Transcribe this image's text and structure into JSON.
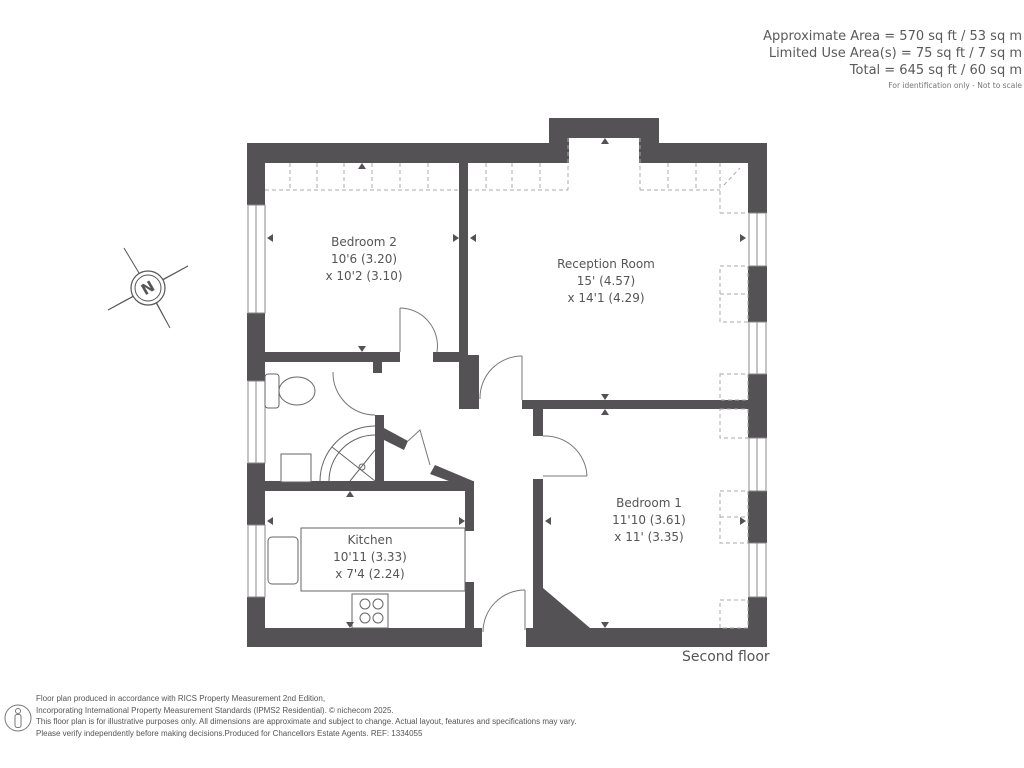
{
  "areas": {
    "approximate": "Approximate Area = 570 sq ft / 53 sq m",
    "limited_use": "Limited Use Area(s) = 75 sq ft / 7 sq m",
    "total": "Total = 645 sq ft / 60 sq m",
    "note": "For identification only - Not to scale"
  },
  "rooms": [
    {
      "name": "Bedroom 2",
      "dim1": "10'6 (3.20)",
      "dim2": "x 10'2 (3.10)"
    },
    {
      "name": "Reception Room",
      "dim1": "15' (4.57)",
      "dim2": "x 14'1 (4.29)"
    },
    {
      "name": "Kitchen",
      "dim1": "10'11 (3.33)",
      "dim2": "x 7'4 (2.24)"
    },
    {
      "name": "Bedroom 1",
      "dim1": "11'10 (3.61)",
      "dim2": "x 11' (3.35)"
    }
  ],
  "floor_label": "Second floor",
  "compass": {
    "icon": "north-compass-icon",
    "label": "N"
  },
  "footer": {
    "line1": "Floor plan produced in accordance with RICS Property Measurement 2nd Edition,",
    "line2": "Incorporating International Property Measurement Standards (IPMS2 Residential).   © nichecom 2025.",
    "line3": "This floor plan is for illustrative purposes only. All dimensions are approximate and subject to change. Actual layout, features and specifications may vary.",
    "line4": "Please verify independently before making decisions.Produced for Chancellors Estate Agents.   REF: 1334055"
  },
  "colors": {
    "wall": "#545254",
    "text": "#555555",
    "line": "#888888"
  }
}
